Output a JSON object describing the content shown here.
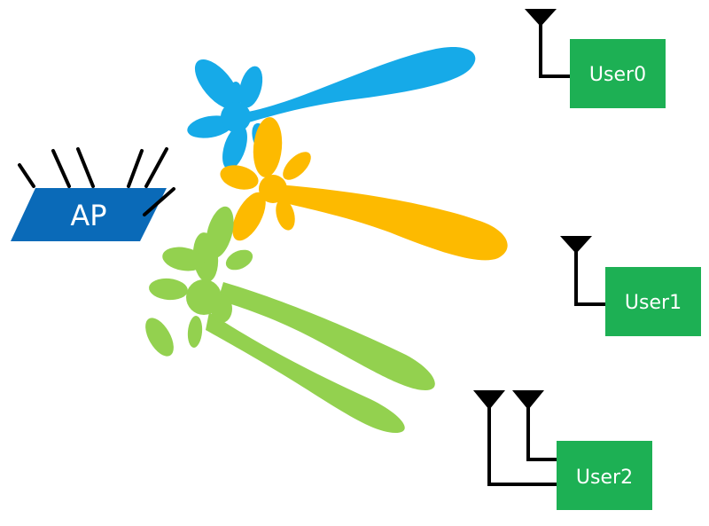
{
  "colors": {
    "ap": "#0a6ab8",
    "user_box": "#1db054",
    "beam_user0": "#16aae8",
    "beam_user1": "#fdba00",
    "beam_user2": "#93d14f",
    "antenna": "#000000",
    "label_text": "#ffffff"
  },
  "access_point": {
    "label": "AP"
  },
  "users": [
    {
      "label": "User0",
      "antennas": 1
    },
    {
      "label": "User1",
      "antennas": 1
    },
    {
      "label": "User2",
      "antennas": 2
    }
  ]
}
